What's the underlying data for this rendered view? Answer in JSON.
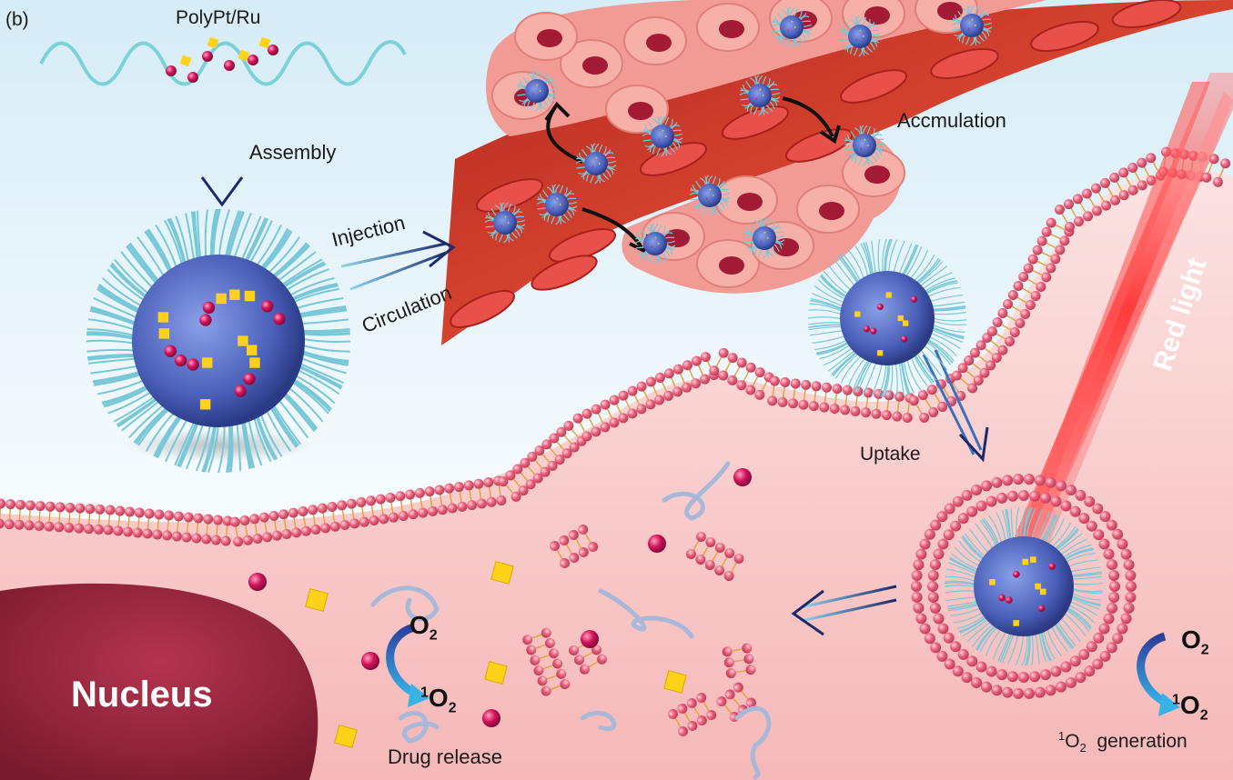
{
  "panel_label": "(b)",
  "polymer_label": "PolyPt/Ru",
  "assembly_label": "Assembly",
  "injection_label": "Injection",
  "circulation_label": "Circulation",
  "accumulation_label": "Accmulation",
  "uptake_label": "Uptake",
  "red_light_label": "Red light",
  "nucleus_label": "Nucleus",
  "drug_release_label": "Drug release",
  "singlet_generation_label": "O",
  "singlet_generation_suffix": "generation",
  "oxygen_symbol": "O",
  "oxygen_subscript": "2",
  "singlet_superscript": "1",
  "colors": {
    "vessel_red": "#c8352c",
    "membrane_pink": "#e8607a",
    "nanoparticle_blue": "#4a5fb8",
    "shell_cyan": "#79c8d8",
    "nucleus_maroon": "#8e2035",
    "light_red": "#ff2a2a",
    "drug_yellow": "#ffd21a",
    "drug_magenta": "#d0125a"
  }
}
